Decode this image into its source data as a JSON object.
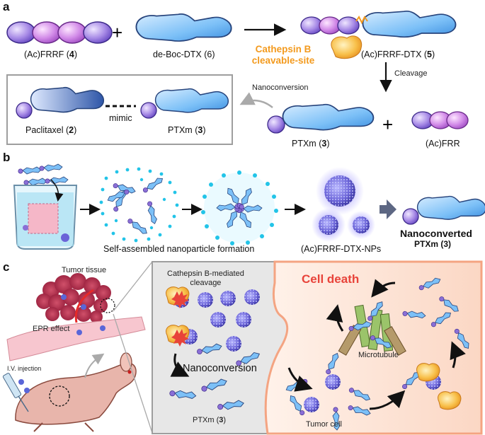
{
  "panel_a": {
    "label": "a",
    "frrf": "(Ac)FRRF (",
    "frrf_num": "4",
    "frrf_end": ")",
    "plus": "+",
    "dtx": "de-Boc-DTX (6)",
    "cathepsin_line1": "Cathepsin B",
    "cathepsin_line2": "cleavable-site",
    "conj": "(Ac)FRRF-DTX (",
    "conj_num": "5",
    "conj_end": ")",
    "cleavage": "Cleavage",
    "nanoconversion": "Nanoconversion",
    "paclitaxel": "Paclitaxel (",
    "paclitaxel_num": "2",
    "paclitaxel_end": ")",
    "mimic": "mimic",
    "ptxm_box": "PTXm (",
    "ptxm_box_num": "3",
    "ptxm_box_end": ")",
    "ptxm": "PTXm (",
    "ptxm_num": "3",
    "ptxm_end": ")",
    "frr": "(Ac)FRR"
  },
  "panel_b": {
    "label": "b",
    "self_assembled": "Self-assembled nanoparticle formation",
    "nps": "(Ac)FRRF-DTX-NPs",
    "nanoconverted": "Nanoconverted",
    "ptxm": "PTXm (3)"
  },
  "panel_c": {
    "label": "c",
    "tumor_tissue": "Tumor tissue",
    "epr": "EPR effect",
    "iv": "I.V. injection",
    "cathepsin_line1": "Cathepsin B-mediated",
    "cathepsin_line2": "cleavage",
    "nanoconversion": "Nanoconversion",
    "ptxm": "PTXm (",
    "ptxm_num": "3",
    "ptxm_end": ")",
    "cell_death": "Cell death",
    "microtubule": "Microtubule",
    "tumor_cell": "Tumor cell"
  },
  "colors": {
    "purple": "#8a6fd6",
    "blue": "#5aa9f0",
    "orange": "#f39a1e",
    "red": "#e8433a",
    "cyan": "#22c4e8"
  }
}
